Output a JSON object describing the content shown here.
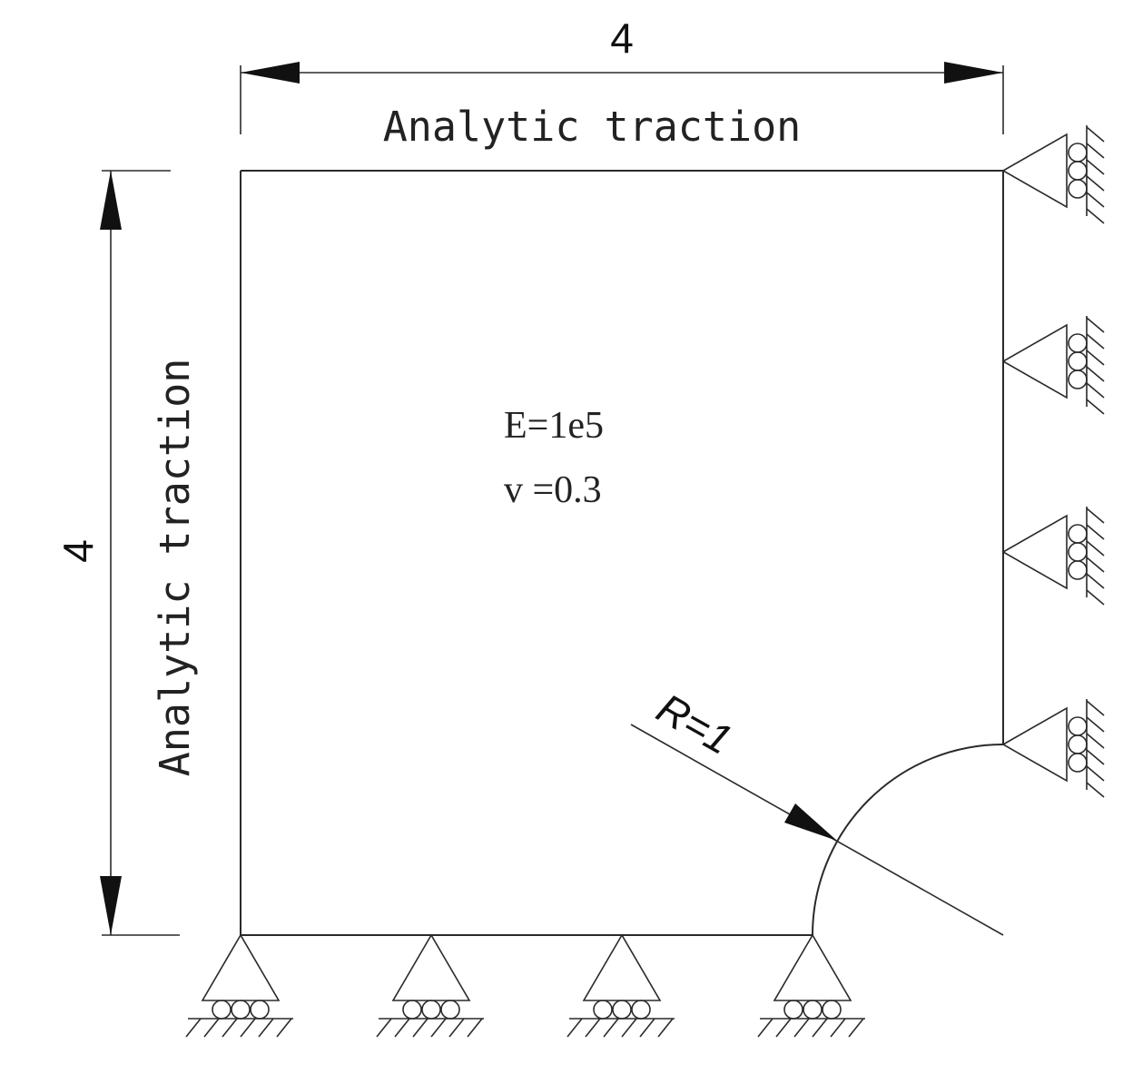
{
  "dimension_top": {
    "value": "4"
  },
  "dimension_left": {
    "value": "4"
  },
  "boundary_label_top": "Analytic traction",
  "boundary_label_left": "Analytic traction",
  "material": {
    "youngs_modulus": "E=1e5",
    "poisson_ratio": "v =0.3"
  },
  "hole": {
    "radius_label": "R=1"
  },
  "supports": {
    "bottom_count": 4,
    "right_count": 4
  }
}
